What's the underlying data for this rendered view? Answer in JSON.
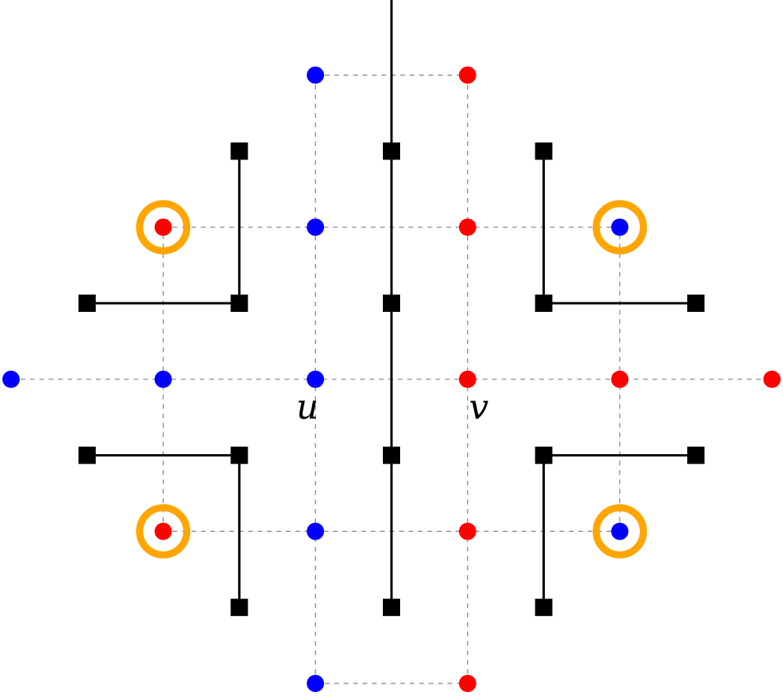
{
  "figure": {
    "background": "#ffffff",
    "colors": {
      "blue": "#0000ff",
      "red": "#ff0000",
      "orange": "#ffa500",
      "black": "#000000",
      "dashed": "#808080"
    }
  },
  "labels": {
    "u": "u",
    "v": "v"
  },
  "grid_points": [
    {
      "i": 2,
      "j": 4,
      "color": "blue"
    },
    {
      "i": 3,
      "j": 4,
      "color": "red"
    },
    {
      "i": 1,
      "j": 3,
      "color": "red",
      "ringed": true
    },
    {
      "i": 2,
      "j": 3,
      "color": "blue"
    },
    {
      "i": 3,
      "j": 3,
      "color": "red"
    },
    {
      "i": 4,
      "j": 3,
      "color": "blue",
      "ringed": true
    },
    {
      "i": 0,
      "j": 2,
      "color": "blue"
    },
    {
      "i": 1,
      "j": 2,
      "color": "blue"
    },
    {
      "i": 2,
      "j": 2,
      "color": "blue",
      "label": "u"
    },
    {
      "i": 3,
      "j": 2,
      "color": "red",
      "label": "v"
    },
    {
      "i": 4,
      "j": 2,
      "color": "red"
    },
    {
      "i": 5,
      "j": 2,
      "color": "red"
    },
    {
      "i": 1,
      "j": 1,
      "color": "red",
      "ringed": true
    },
    {
      "i": 2,
      "j": 1,
      "color": "blue"
    },
    {
      "i": 3,
      "j": 1,
      "color": "red"
    },
    {
      "i": 4,
      "j": 1,
      "color": "blue",
      "ringed": true
    },
    {
      "i": 2,
      "j": 0,
      "color": "blue"
    },
    {
      "i": 3,
      "j": 0,
      "color": "red"
    }
  ],
  "dashed_edges": [
    [
      [
        2,
        4
      ],
      [
        3,
        4
      ]
    ],
    [
      [
        1,
        3
      ],
      [
        4,
        3
      ]
    ],
    [
      [
        0,
        2
      ],
      [
        5,
        2
      ]
    ],
    [
      [
        1,
        1
      ],
      [
        4,
        1
      ]
    ],
    [
      [
        2,
        0
      ],
      [
        3,
        0
      ]
    ],
    [
      [
        2,
        0
      ],
      [
        2,
        4
      ]
    ],
    [
      [
        3,
        0
      ],
      [
        3,
        4
      ]
    ],
    [
      [
        1,
        1
      ],
      [
        1,
        3
      ]
    ],
    [
      [
        4,
        1
      ],
      [
        4,
        3
      ]
    ]
  ],
  "dual_squares": [
    [
      1.5,
      3.5
    ],
    [
      2.5,
      3.5
    ],
    [
      3.5,
      3.5
    ],
    [
      0.5,
      2.5
    ],
    [
      1.5,
      2.5
    ],
    [
      2.5,
      2.5
    ],
    [
      3.5,
      2.5
    ],
    [
      4.5,
      2.5
    ],
    [
      0.5,
      1.5
    ],
    [
      1.5,
      1.5
    ],
    [
      2.5,
      1.5
    ],
    [
      3.5,
      1.5
    ],
    [
      4.5,
      1.5
    ],
    [
      1.5,
      0.5
    ],
    [
      2.5,
      0.5
    ],
    [
      3.5,
      0.5
    ]
  ],
  "solid_edges": [
    [
      [
        2.5,
        0.5
      ],
      [
        2.5,
        5.0
      ]
    ],
    [
      [
        1.5,
        3.5
      ],
      [
        1.5,
        2.5
      ]
    ],
    [
      [
        0.5,
        2.5
      ],
      [
        1.5,
        2.5
      ]
    ],
    [
      [
        3.5,
        3.5
      ],
      [
        3.5,
        2.5
      ]
    ],
    [
      [
        3.5,
        2.5
      ],
      [
        4.5,
        2.5
      ]
    ],
    [
      [
        0.5,
        1.5
      ],
      [
        1.5,
        1.5
      ]
    ],
    [
      [
        1.5,
        1.5
      ],
      [
        1.5,
        0.5
      ]
    ],
    [
      [
        3.5,
        1.5
      ],
      [
        4.5,
        1.5
      ]
    ],
    [
      [
        3.5,
        1.5
      ],
      [
        3.5,
        0.5
      ]
    ]
  ]
}
